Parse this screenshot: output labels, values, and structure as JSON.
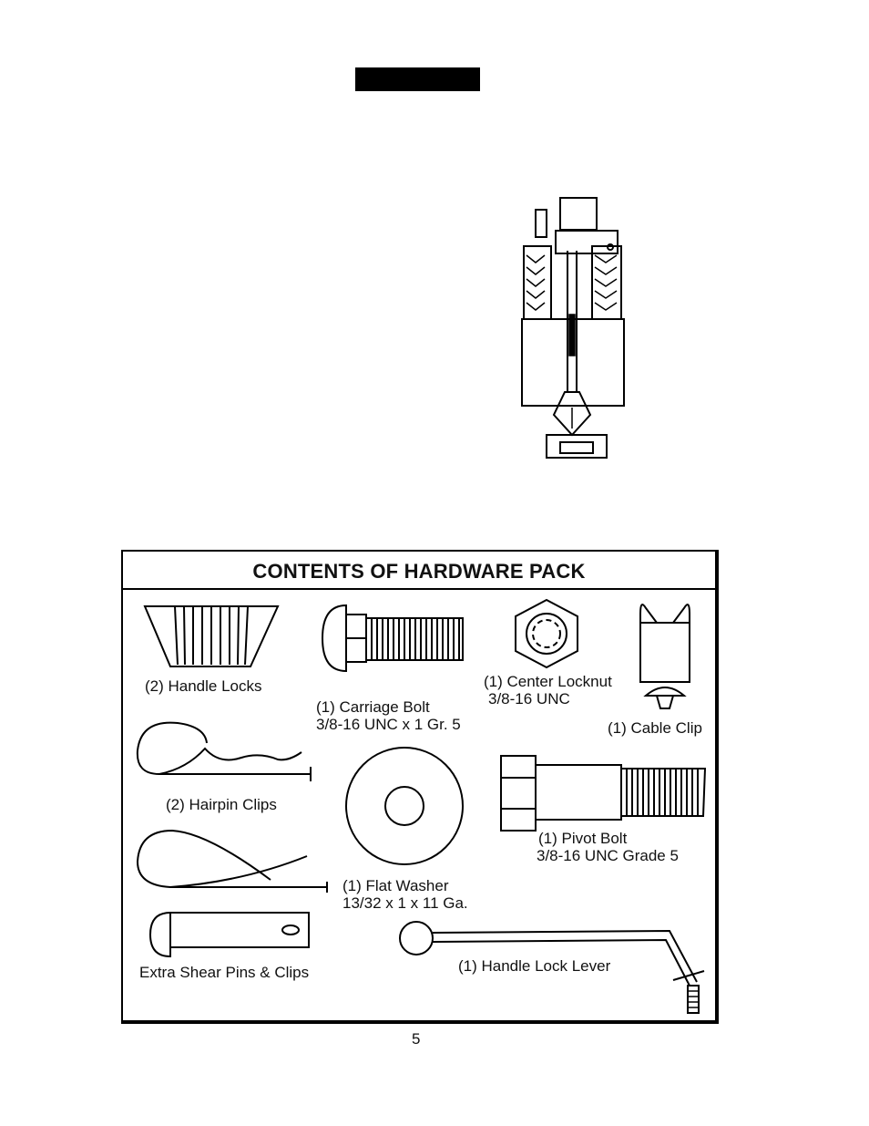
{
  "panel": {
    "title": "CONTENTS OF HARDWARE PACK",
    "items": {
      "handle_locks": "(2) Handle Locks",
      "carriage_bolt": [
        "(1) Carriage Bolt",
        "3/8-16 UNC x 1 Gr. 5"
      ],
      "center_locknut": [
        "(1) Center Locknut",
        "3/8-16 UNC"
      ],
      "cable_clip": "(1) Cable Clip",
      "hairpin_clips": "(2) Hairpin Clips",
      "pivot_bolt": [
        "(1) Pivot Bolt",
        "3/8-16 UNC Grade 5"
      ],
      "flat_washer": [
        "(1) Flat Washer",
        "13/32 x 1 x 11 Ga."
      ],
      "shear_pins": "Extra Shear Pins & Clips",
      "handle_lock_lever": "(1) Handle Lock Lever"
    }
  },
  "page_number": "5"
}
